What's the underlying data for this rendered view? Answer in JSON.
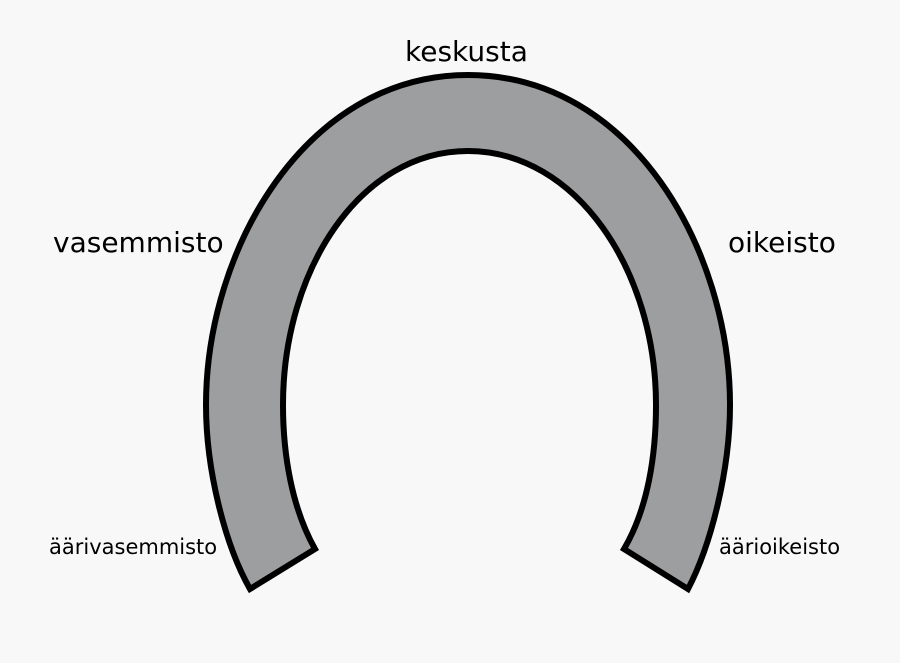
{
  "labels": {
    "center": "keskusta",
    "left": "vasemmisto",
    "right": "oikeisto",
    "far_left": "äärivasemmisto",
    "far_right": "äärioikeisto"
  },
  "colors": {
    "background": "#f8f8f8",
    "horseshoe_fill": "#9d9ea0",
    "outline": "#000000",
    "text": "#000000"
  }
}
